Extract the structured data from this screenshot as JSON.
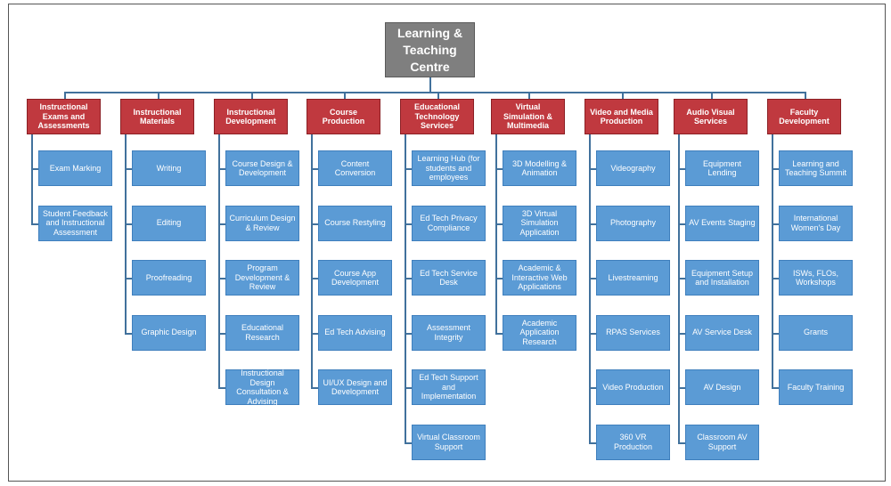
{
  "root": "Learning & Teaching Centre",
  "departments": [
    {
      "label": "Instructional Exams and Assessments",
      "items": [
        "Exam Marking",
        "Student Feedback and Instructional Assessment"
      ]
    },
    {
      "label": "Instructional Materials",
      "items": [
        "Writing",
        "Editing",
        "Proofreading",
        "Graphic Design"
      ]
    },
    {
      "label": "Instructional Development",
      "items": [
        "Course Design & Development",
        "Curriculum Design & Review",
        "Program Development & Review",
        "Educational Research",
        "Instructional Design Consultation & Advising"
      ]
    },
    {
      "label": "Course Production",
      "items": [
        "Content Conversion",
        "Course Restyling",
        "Course App Development",
        "Ed Tech Advising",
        "UI/UX Design and Development"
      ]
    },
    {
      "label": "Educational Technology Services",
      "items": [
        "Learning Hub (for students and employees",
        "Ed Tech Privacy Compliance",
        "Ed Tech Service Desk",
        "Assessment Integrity",
        "Ed Tech Support and Implementation",
        "Virtual Classroom Support"
      ]
    },
    {
      "label": "Virtual Simulation & Multimedia",
      "items": [
        "3D Modelling & Animation",
        "3D Virtual Simulation Application",
        "Academic & Interactive Web Applications",
        "Academic Application Research"
      ]
    },
    {
      "label": "Video and Media Production",
      "items": [
        "Videography",
        "Photography",
        "Livestreaming",
        "RPAS Services",
        "Video Production",
        "360 VR Production"
      ]
    },
    {
      "label": "Audio Visual Services",
      "items": [
        "Equipment Lending",
        "AV Events Staging",
        "Equipment Setup and Installation",
        "AV Service Desk",
        "AV Design",
        "Classroom AV Support"
      ]
    },
    {
      "label": "Faculty Development",
      "items": [
        "Learning and Teaching Summit",
        "International Women's Day",
        "ISWs, FLOs, Workshops",
        "Grants",
        "Faculty Training"
      ]
    }
  ],
  "colors": {
    "root": "#7f7f7f",
    "department": "#c0393f",
    "item": "#5b9bd5",
    "connector": "#41719c"
  }
}
